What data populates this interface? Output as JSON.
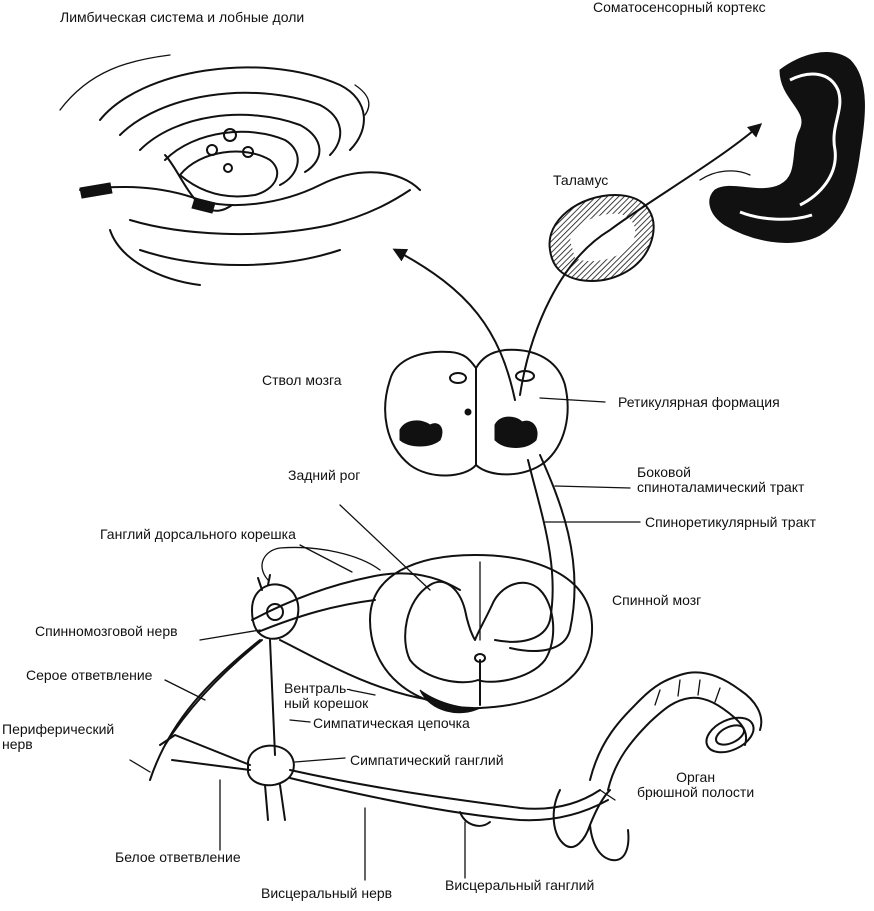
{
  "labels": {
    "limbic": "Лимбическая система и лобные доли",
    "somatosensory": "Соматосенсорный кортекс",
    "thalamus": "Таламус",
    "brainstem": "Ствол мозга",
    "reticular": "Ретикулярная формация",
    "posterior_horn": "Задний рог",
    "lateral_tract": "Боковой\nспиноталамический тракт",
    "spinoreticular": "Спиноретикулярный тракт",
    "dorsal_ganglion": "Ганглий дорсального корешка",
    "spinal_cord": "Спинной мозг",
    "spinal_nerve": "Спинномозговой нерв",
    "gray_ramus": "Серое ответвление",
    "ventral_root": "Вентраль-\nный корешок",
    "peripheral_nerve": "Периферический\nнерв",
    "sympathetic_chain": "Симпатическая цепочка",
    "sympathetic_ganglion": "Симпатический ганглий",
    "abdominal_organ": "Орган\nбрюшной полости",
    "white_ramus": "Белое ответвление",
    "visceral_nerve": "Висцеральный нерв",
    "visceral_ganglion": "Висцеральный ганглий"
  }
}
